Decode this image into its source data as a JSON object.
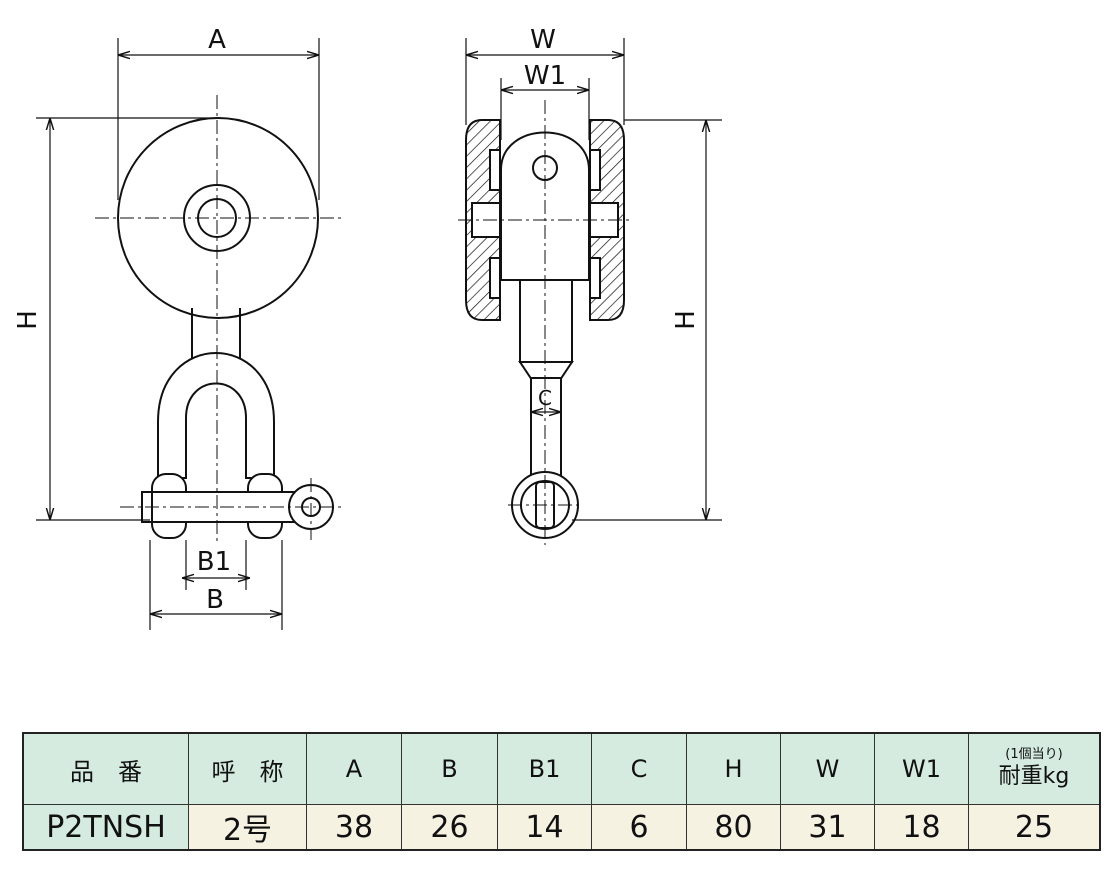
{
  "diagram": {
    "labels": {
      "A": "A",
      "H_left": "H",
      "B1": "B1",
      "B": "B",
      "W": "W",
      "W1": "W1",
      "C": "C",
      "H_right": "H"
    }
  },
  "table": {
    "headers": {
      "part_no": "品　番",
      "name": "呼　称",
      "a": "A",
      "b": "B",
      "b1": "B1",
      "c": "C",
      "h": "H",
      "w": "W",
      "w1": "W1",
      "load_small": "(1個当り)",
      "load_main": "耐重kg"
    },
    "row": {
      "part_no": "P2TNSH",
      "name": "2号",
      "a": "38",
      "b": "26",
      "b1": "14",
      "c": "6",
      "h": "80",
      "w": "31",
      "w1": "18",
      "load": "25"
    }
  }
}
